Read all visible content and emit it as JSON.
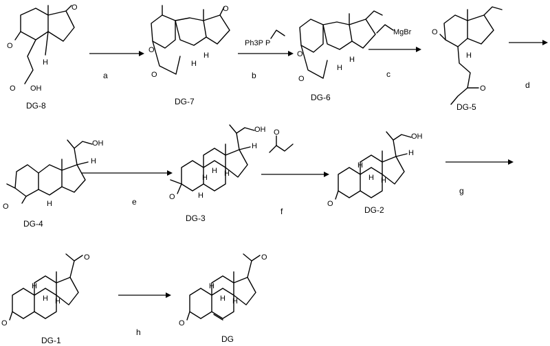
{
  "compounds": [
    {
      "id": "dg8",
      "label": "DG-8"
    },
    {
      "id": "dg7",
      "label": "DG-7"
    },
    {
      "id": "dg6",
      "label": "DG-6"
    },
    {
      "id": "dg5",
      "label": "DG-5"
    },
    {
      "id": "dg4",
      "label": "DG-4"
    },
    {
      "id": "dg3",
      "label": "DG-3"
    },
    {
      "id": "dg2",
      "label": "DG-2"
    },
    {
      "id": "dg1",
      "label": "DG-1"
    },
    {
      "id": "dg",
      "label": "DG"
    }
  ],
  "steps": [
    "a",
    "b",
    "c",
    "d",
    "e",
    "f",
    "g",
    "h"
  ],
  "reagents": {
    "wittig": "Ph3P",
    "grignard": "MgBr"
  },
  "atoms": {
    "O": "O",
    "H": "H",
    "OH": "OH"
  }
}
